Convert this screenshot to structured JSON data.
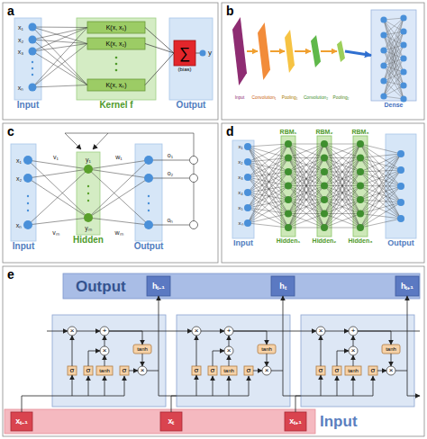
{
  "diagram": {
    "nodes": [
      {
        "text": [
          "a"
        ]
      },
      {
        "text": [
          "Input"
        ],
        "in": 0
      },
      {
        "text": [
          "Kernel f"
        ],
        "in": 0
      },
      {
        "text": [
          "K(x, x₁)"
        ],
        "in": 2
      },
      {
        "text": [
          "K(x, x₂)"
        ],
        "in": 2
      },
      {
        "text": [
          "K(x, xₙ)"
        ],
        "in": 2
      },
      {
        "text": [
          "Output"
        ],
        "in": 0
      },
      {
        "text": [
          "∑",
          "(bias)"
        ],
        "in": 6
      },
      {
        "text": [
          "b"
        ]
      },
      {
        "text": [
          "Input"
        ],
        "in": 8
      },
      {
        "text": [
          "Convolution₁"
        ],
        "in": 8
      },
      {
        "text": [
          "Pooling₁"
        ],
        "in": 8
      },
      {
        "text": [
          "Convolution₂"
        ],
        "in": 8
      },
      {
        "text": [
          "Pooling₂"
        ],
        "in": 8
      },
      {
        "text": [
          "Dense"
        ],
        "in": 8
      },
      {
        "text": [
          "c"
        ]
      },
      {
        "text": [
          "Input"
        ],
        "in": 15
      },
      {
        "text": [
          "Hidden"
        ],
        "in": 15
      },
      {
        "text": [
          "Output"
        ],
        "in": 15
      },
      {
        "text": [
          "d"
        ]
      },
      {
        "text": [
          "Input"
        ],
        "in": 19
      },
      {
        "text": [
          "RBM₁",
          "Hidden₁"
        ],
        "in": 19
      },
      {
        "text": [
          "RBM₂",
          "Hidden₂"
        ],
        "in": 19
      },
      {
        "text": [
          "RBM₃",
          "Hidden₃"
        ],
        "in": 19
      },
      {
        "text": [
          "Output"
        ],
        "in": 19
      },
      {
        "text": [
          "e"
        ]
      },
      {
        "text": [
          "Output"
        ],
        "in": 25
      },
      {
        "text": [
          "hₜ₋₁"
        ],
        "in": 26
      },
      {
        "text": [
          "hₜ"
        ],
        "in": 26
      },
      {
        "text": [
          "hₜ₊₁"
        ],
        "in": 26
      },
      {
        "text": [
          "×"
        ],
        "in": 25
      },
      {
        "text": [
          "+"
        ],
        "in": 25
      },
      {
        "text": [
          "tanh"
        ],
        "in": 25
      },
      {
        "text": [
          "×"
        ],
        "in": 25
      },
      {
        "text": [
          "×"
        ],
        "in": 25
      },
      {
        "text": [
          "σ"
        ],
        "in": 25
      },
      {
        "text": [
          "σ"
        ],
        "in": 25
      },
      {
        "text": [
          "tanh"
        ],
        "in": 25
      },
      {
        "text": [
          "σ"
        ],
        "in": 25
      },
      {
        "text": [
          "×"
        ],
        "in": 25
      },
      {
        "text": [
          "+"
        ],
        "in": 25
      },
      {
        "text": [
          "tanh"
        ],
        "in": 25
      },
      {
        "text": [
          "×"
        ],
        "in": 25
      },
      {
        "text": [
          "×"
        ],
        "in": 25
      },
      {
        "text": [
          "σ"
        ],
        "in": 25
      },
      {
        "text": [
          "σ"
        ],
        "in": 25
      },
      {
        "text": [
          "tanh"
        ],
        "in": 25
      },
      {
        "text": [
          "σ"
        ],
        "in": 25
      },
      {
        "text": [
          "×"
        ],
        "in": 25
      },
      {
        "text": [
          "+"
        ],
        "in": 25
      },
      {
        "text": [
          "tanh"
        ],
        "in": 25
      },
      {
        "text": [
          "×"
        ],
        "in": 25
      },
      {
        "text": [
          "×"
        ],
        "in": 25
      },
      {
        "text": [
          "σ"
        ],
        "in": 25
      },
      {
        "text": [
          "σ"
        ],
        "in": 25
      },
      {
        "text": [
          "tanh"
        ],
        "in": 25
      },
      {
        "text": [
          "σ"
        ],
        "in": 25
      },
      {
        "text": [
          "Input"
        ],
        "in": 25
      },
      {
        "text": [
          "xₜ₋₁"
        ],
        "in": 57
      },
      {
        "text": [
          "xₜ"
        ],
        "in": 57
      },
      {
        "text": [
          "xₜ₊₁"
        ],
        "in": 57
      }
    ],
    "edges": [
      {
        "from": 3,
        "to": 7,
        "arrow": "none"
      },
      {
        "from": 4,
        "to": 7,
        "arrow": "none"
      },
      {
        "from": 5,
        "to": 7,
        "arrow": "none"
      },
      {
        "from": 9,
        "to": 10,
        "arrow": "to"
      },
      {
        "from": 10,
        "to": 11,
        "arrow": "to"
      },
      {
        "from": 11,
        "to": 12,
        "arrow": "to"
      },
      {
        "from": 12,
        "to": 13,
        "arrow": "to"
      },
      {
        "from": 13,
        "to": 14,
        "arrow": "to"
      },
      {
        "from": 35,
        "to": 30,
        "arrow": "to"
      },
      {
        "from": 30,
        "to": 31,
        "arrow": "to"
      },
      {
        "from": 36,
        "to": 33,
        "arrow": "to"
      },
      {
        "from": 37,
        "to": 33,
        "arrow": "to"
      },
      {
        "from": 33,
        "to": 31,
        "arrow": "to"
      },
      {
        "from": 31,
        "to": 32,
        "arrow": "to"
      },
      {
        "from": 32,
        "to": 34,
        "arrow": "to"
      },
      {
        "from": 38,
        "to": 34,
        "arrow": "to"
      },
      {
        "from": 34,
        "to": 27,
        "arrow": "to"
      },
      {
        "from": 44,
        "to": 39,
        "arrow": "to"
      },
      {
        "from": 39,
        "to": 40,
        "arrow": "to"
      },
      {
        "from": 45,
        "to": 42,
        "arrow": "to"
      },
      {
        "from": 46,
        "to": 42,
        "arrow": "to"
      },
      {
        "from": 42,
        "to": 40,
        "arrow": "to"
      },
      {
        "from": 40,
        "to": 41,
        "arrow": "to"
      },
      {
        "from": 41,
        "to": 43,
        "arrow": "to"
      },
      {
        "from": 47,
        "to": 43,
        "arrow": "to"
      },
      {
        "from": 43,
        "to": 28,
        "arrow": "to"
      },
      {
        "from": 53,
        "to": 48,
        "arrow": "to"
      },
      {
        "from": 48,
        "to": 49,
        "arrow": "to"
      },
      {
        "from": 54,
        "to": 51,
        "arrow": "to"
      },
      {
        "from": 55,
        "to": 51,
        "arrow": "to"
      },
      {
        "from": 51,
        "to": 49,
        "arrow": "to"
      },
      {
        "from": 49,
        "to": 50,
        "arrow": "to"
      },
      {
        "from": 50,
        "to": 52,
        "arrow": "to"
      },
      {
        "from": 56,
        "to": 52,
        "arrow": "to"
      },
      {
        "from": 52,
        "to": 29,
        "arrow": "to"
      },
      {
        "from": 58,
        "to": 35,
        "arrow": "to"
      },
      {
        "from": 59,
        "to": 44,
        "arrow": "to"
      },
      {
        "from": 60,
        "to": 53,
        "arrow": "to"
      }
    ],
    "labels": [
      "x₁",
      "x₂",
      "x₃",
      "xₙ",
      "y",
      "x₁",
      "x₂",
      "xₙ",
      "v₁",
      "vₘ",
      "y₁",
      "yₘ",
      "w₁",
      "wₘ",
      "o₁",
      "o₂",
      "oₙ",
      "x₁",
      "x₂",
      "x₃",
      "x₄",
      "x₅",
      "xₙ"
    ]
  }
}
